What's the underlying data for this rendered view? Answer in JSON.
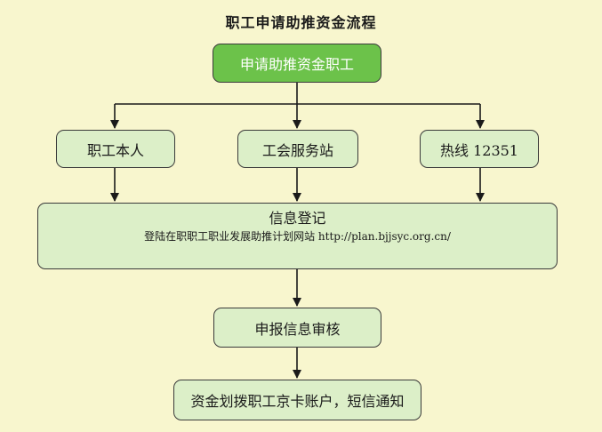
{
  "title": "职工申请助推资金流程",
  "nodes": {
    "start": "申请助推资金职工",
    "self": "职工本人",
    "union": "工会服务站",
    "hotline": "热线 12351",
    "register_title": "信息登记",
    "register_detail": "登陆在职职工职业发展助推计划网站 http://plan.bjjsyc.org.cn/",
    "review": "申报信息审核",
    "fund": "资金划拨职工京卡账户，短信通知"
  }
}
